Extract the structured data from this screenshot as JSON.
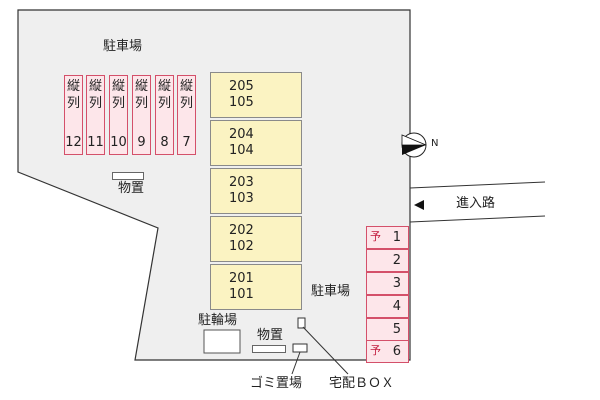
{
  "labels": {
    "parking_top": "駐車場",
    "parking_right": "駐車場",
    "storage_left": "物置",
    "storage_bottom": "物置",
    "bicycle_parking": "駐輪場",
    "garbage": "ゴミ置場",
    "delivery_box": "宅配ＢＯＸ",
    "entrance_road": "進入路",
    "north": "N"
  },
  "left_parking": [
    {
      "line1": "縦",
      "line2": "列",
      "number": "12"
    },
    {
      "line1": "縦",
      "line2": "列",
      "number": "11"
    },
    {
      "line1": "縦",
      "line2": "列",
      "number": "10"
    },
    {
      "line1": "縦",
      "line2": "列",
      "number": "9"
    },
    {
      "line1": "縦",
      "line2": "列",
      "number": "8"
    },
    {
      "line1": "縦",
      "line2": "列",
      "number": "7"
    }
  ],
  "right_parking": [
    {
      "mark": "予",
      "number": "1"
    },
    {
      "mark": "",
      "number": "2"
    },
    {
      "mark": "",
      "number": "3"
    },
    {
      "mark": "",
      "number": "4"
    },
    {
      "mark": "",
      "number": "5"
    },
    {
      "mark": "予",
      "number": "6"
    }
  ],
  "units": [
    {
      "upper": "205",
      "lower": "105"
    },
    {
      "upper": "204",
      "lower": "104"
    },
    {
      "upper": "203",
      "lower": "103"
    },
    {
      "upper": "202",
      "lower": "102"
    },
    {
      "upper": "201",
      "lower": "101"
    }
  ],
  "colors": {
    "site_fill": "#efefef",
    "parking_fill": "#fde6ea",
    "parking_border": "#d4506a",
    "reserved_mark": "#c21a3c",
    "building_fill": "#fbf3c2"
  }
}
